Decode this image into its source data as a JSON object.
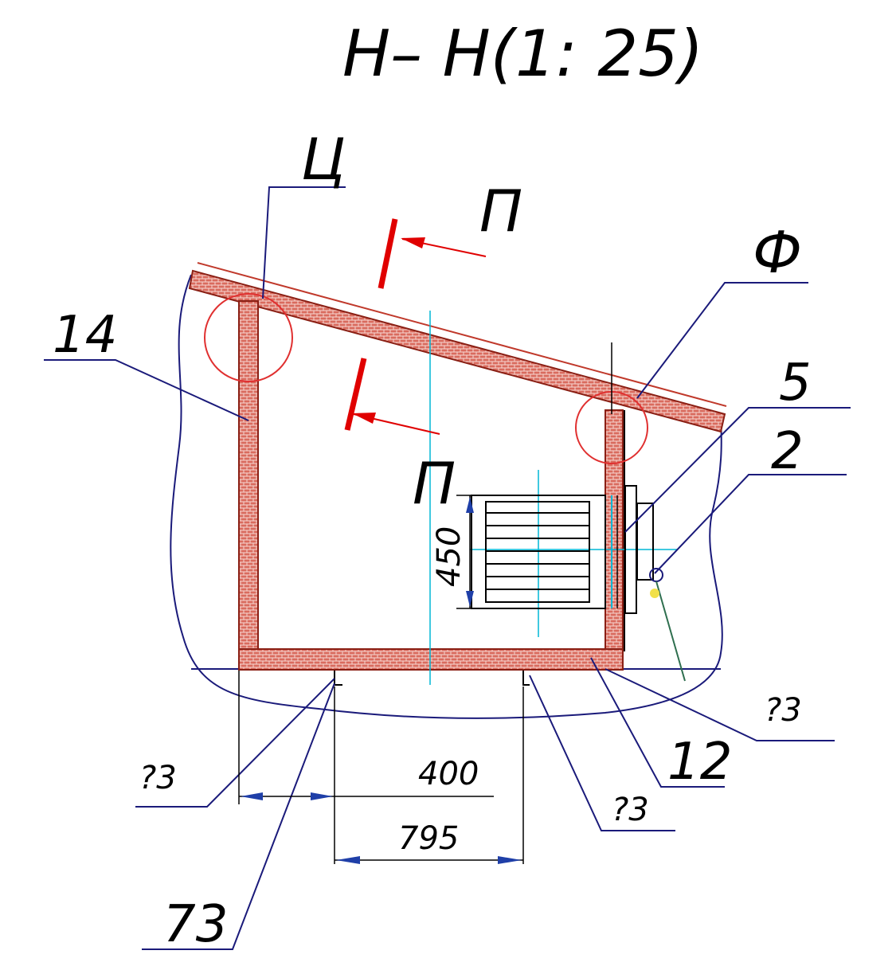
{
  "title": "Н– Н(1: 25)",
  "labels": {
    "ts": "Ц",
    "p_top": "П",
    "p_mid": "П",
    "phi": "Ф",
    "n14": "14",
    "n5": "5",
    "n2": "2",
    "q_right": "?3",
    "n12": "12",
    "q_left": "?3",
    "q_bottom": "?3",
    "n73": "73"
  },
  "dimensions": {
    "d450": "450",
    "d400": "400",
    "d795": "795"
  },
  "colors": {
    "wall": "#c0392b",
    "wall_fill": "#d96b5e",
    "section_mark": "#e00000",
    "leader": "#1a1a7a",
    "center_line": "#00b7d6",
    "outline": "#1a1a7a",
    "dim_arrow": "#1f3fa8"
  }
}
